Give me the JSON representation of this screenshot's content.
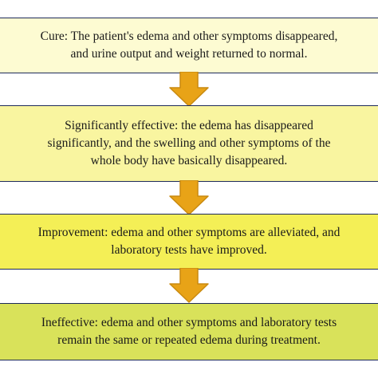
{
  "steps": [
    {
      "level": "Cure",
      "lines": [
        "Cure: The patient's edema and other symptoms disappeared,",
        "and urine output and weight returned to normal."
      ]
    },
    {
      "level": "Significantly effective",
      "lines": [
        "Significantly effective: the edema has disappeared",
        "significantly, and the swelling and other symptoms of the",
        "whole body have basically disappeared."
      ]
    },
    {
      "level": "Improvement",
      "lines": [
        "Improvement: edema and other symptoms are alleviated, and",
        "laboratory tests have improved."
      ]
    },
    {
      "level": "Ineffective",
      "lines": [
        "Ineffective: edema and other symptoms and laboratory tests",
        "remain the same or repeated edema during treatment."
      ]
    }
  ],
  "colors": {
    "border": "#1d2a5a",
    "box_cure": "#fdfbd2",
    "box_significant": "#f9f5a0",
    "box_improvement": "#f4ef56",
    "box_ineffective": "#d9e25a",
    "arrow_fill": "#e8a317",
    "arrow_stroke": "#c98a10"
  },
  "icons": {
    "arrow": "down-arrow-icon"
  }
}
